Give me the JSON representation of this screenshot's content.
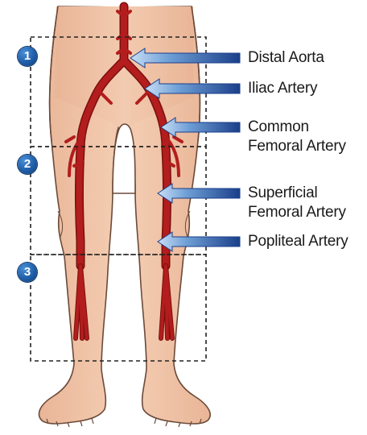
{
  "labels": {
    "distal_aorta": "Distal Aorta",
    "iliac_artery": "Iliac Artery",
    "common_femoral_line1": "Common",
    "common_femoral_line2": "Femoral Artery",
    "superficial_femoral_line1": "Superficial",
    "superficial_femoral_line2": "Femoral Artery",
    "popliteal_artery": "Popliteal Artery"
  },
  "regions": [
    "1",
    "2",
    "3"
  ],
  "colors": {
    "skin": "#f1c5a8",
    "skin_outline": "#6b4a3a",
    "artery": "#b31d1d",
    "artery_outline": "#7a0f0f",
    "arrow_dark": "#1b3f8a",
    "arrow_light": "#9fc4ea",
    "badge": "#1f5ea8",
    "dash": "#222222",
    "text": "#1a1a1a"
  }
}
